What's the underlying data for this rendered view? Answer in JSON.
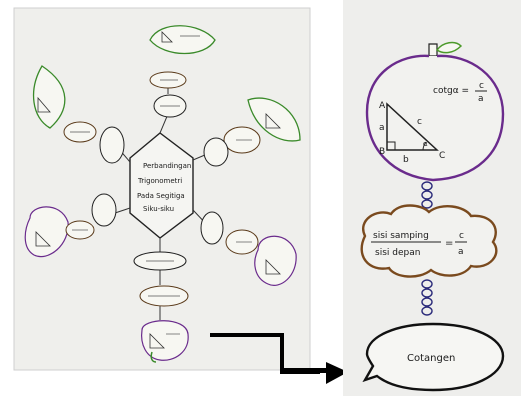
{
  "left_poster": {
    "center_title": [
      "Perbandingan",
      "Trigonometri",
      "Pada Segitiga",
      "Siku-siku"
    ]
  },
  "detail": {
    "fruit_formula": {
      "lhs": "cotgα =",
      "num": "c",
      "den": "a"
    },
    "triangle_labels": {
      "top": "A",
      "side_a": "a",
      "hyp": "c",
      "base": "b",
      "angle": "α",
      "bottom_left": "B",
      "bottom_right": "C"
    },
    "cloud_formula": {
      "num_text": "sisi samping",
      "den_text": "sisi depan",
      "eq": "=",
      "num": "c",
      "den": "a"
    },
    "bubble_label": "Cotangen"
  },
  "colors": {
    "paper": "#eeeeec",
    "ink": "#1a1a1a",
    "purple": "#6a2b8c",
    "brown": "#7a4a1e",
    "green": "#4c9a2a",
    "arrow": "#000000"
  }
}
